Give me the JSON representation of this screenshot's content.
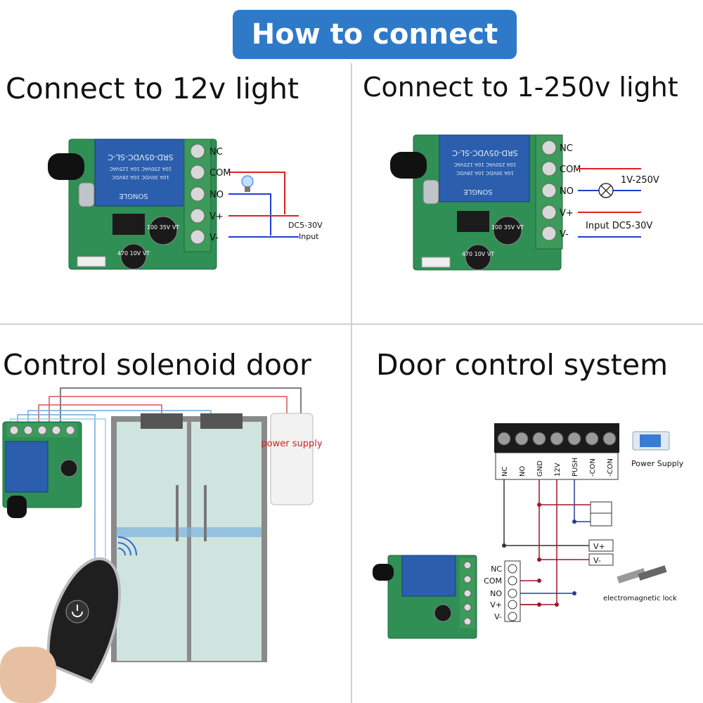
{
  "banner": {
    "title": "How to connect"
  },
  "panels": {
    "light12v": {
      "title": "Connect to 12v light",
      "terminals": [
        "NC",
        "COM",
        "NO",
        "V+",
        "V-"
      ],
      "supply_label": "DC5-30V",
      "input_label": "Input"
    },
    "light250v": {
      "title": "Connect to 1-250v light",
      "terminals": [
        "NC",
        "COM",
        "NO",
        "V+",
        "V-"
      ],
      "load_label": "1V-250V",
      "input_label": "Input DC5-30V"
    },
    "solenoid": {
      "title": "Control solenoid door",
      "power_supply_label": "power supply"
    },
    "doorsystem": {
      "title": "Door control system",
      "strip_terminals": [
        "NC",
        "NO",
        "GND",
        "12V",
        "PUSH",
        "-CON",
        "-CON"
      ],
      "power_supply_label": "Power Supply",
      "vplus_label": "V+",
      "vminus_label": "V-",
      "module_terminals": [
        "NC",
        "COM",
        "NO",
        "V+",
        "V-"
      ],
      "lock_label": "electromagnetic lock"
    }
  },
  "relay": {
    "relay_model": "SRD-05VDC-SL-C",
    "rating_1": "10A 250VAC 10A 125VAC",
    "rating_2": "10A 30VDC 10A 28VDC",
    "brand": "SONGLE",
    "cap_big": "470 10V VT",
    "cap_small": "100 35V VT"
  },
  "colors": {
    "banner_bg": "#2f79c9",
    "pcb_green": "#2f8f55",
    "terminal_green": "#3c9a5a",
    "relay_blue": "#2b5fad",
    "wire_red": "#e02020",
    "wire_blue": "#1a3fd0",
    "wire_dark_red": "#a0142a",
    "wire_dark_blue": "#2a3a9a"
  }
}
